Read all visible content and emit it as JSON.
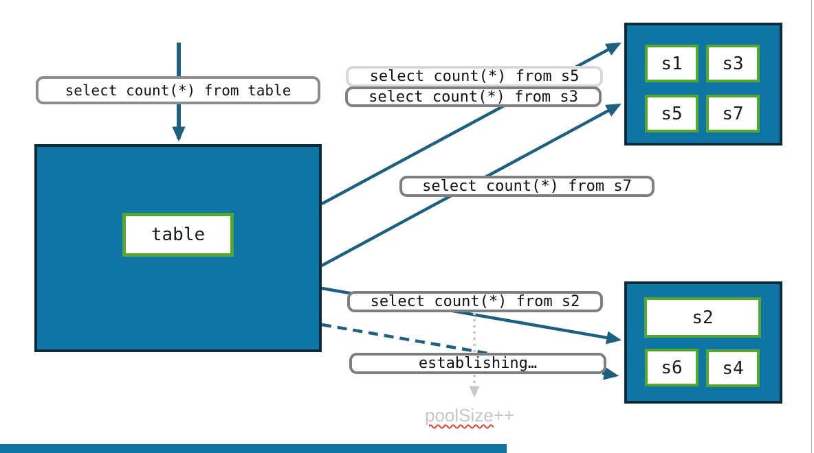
{
  "labels": {
    "query_table": "select count(*) from table",
    "query_s5": "select count(*) from s5",
    "query_s3": "select count(*) from s3",
    "query_s7": "select count(*) from s7",
    "query_s2": "select count(*) from s2",
    "establishing": "establishing…"
  },
  "source_box": {
    "label": "table"
  },
  "shards": {
    "top": {
      "cells": [
        "s1",
        "s3",
        "s5",
        "s7"
      ]
    },
    "bottom": {
      "cells": [
        "s2",
        "s6",
        "s4"
      ]
    }
  },
  "annotations": {
    "poolsize": "poolSize",
    "poolsize_suffix": "++"
  },
  "colors": {
    "node_fill": "#0e75a4",
    "node_border": "#0c2a3a",
    "cell_border": "#54a72f",
    "arrow": "#1d607f",
    "label_border": "#7f7f7f",
    "label_border_faded": "#d9d9d9",
    "muted_text": "#c6c6c6",
    "spellcheck_underline": "#e0402a",
    "progress_bar": "#0f75a3"
  }
}
